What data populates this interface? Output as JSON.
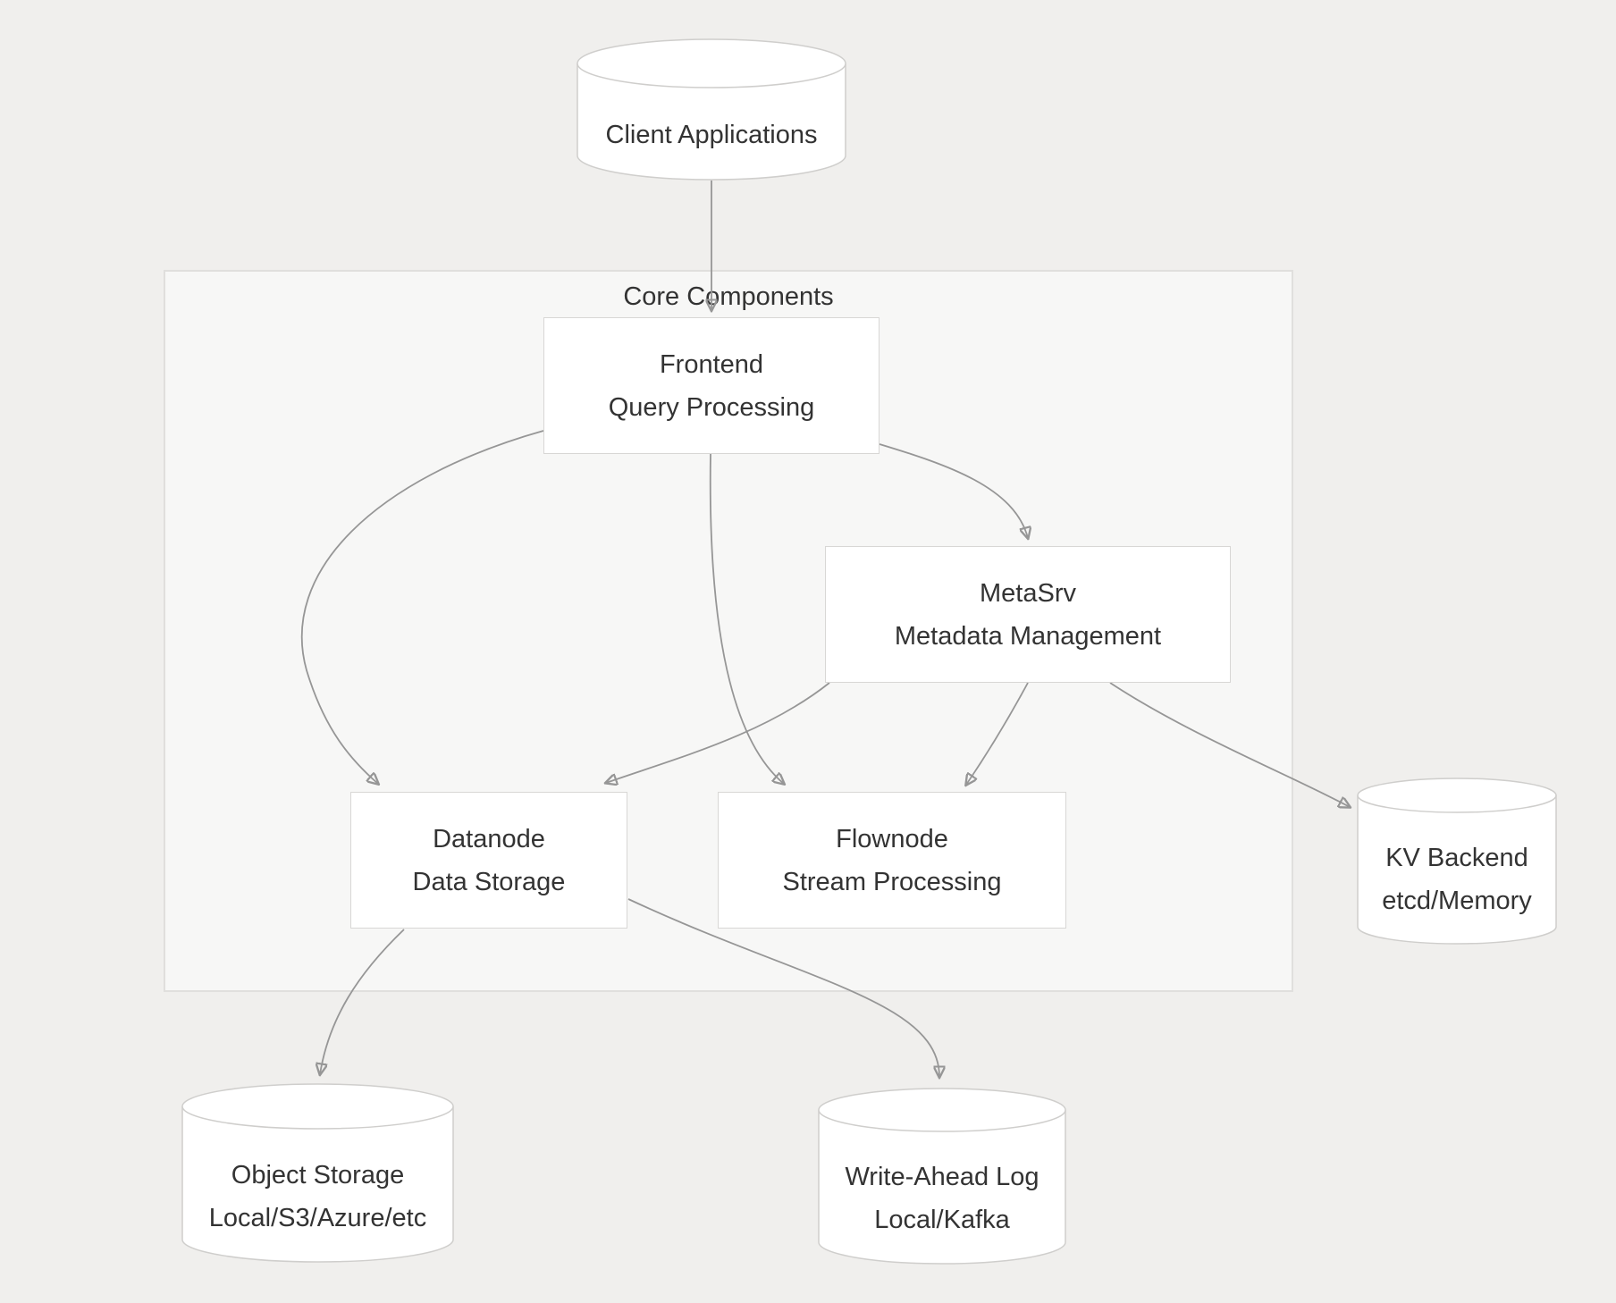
{
  "diagram_type": "architecture-flowchart",
  "cluster": {
    "label": "Core Components"
  },
  "nodes": {
    "client": {
      "shape": "cylinder",
      "line1": "Client Applications"
    },
    "frontend": {
      "shape": "rect",
      "line1": "Frontend",
      "line2": "Query Processing"
    },
    "metasrv": {
      "shape": "rect",
      "line1": "MetaSrv",
      "line2": "Metadata Management"
    },
    "datanode": {
      "shape": "rect",
      "line1": "Datanode",
      "line2": "Data Storage"
    },
    "flownode": {
      "shape": "rect",
      "line1": "Flownode",
      "line2": "Stream Processing"
    },
    "kv_backend": {
      "shape": "cylinder",
      "line1": "KV Backend",
      "line2": "etcd/Memory"
    },
    "object_storage": {
      "shape": "cylinder",
      "line1": "Object Storage",
      "line2": "Local/S3/Azure/etc"
    },
    "write_ahead_log": {
      "shape": "cylinder",
      "line1": "Write-Ahead Log",
      "line2": "Local/Kafka"
    }
  },
  "edges": [
    {
      "from": "client",
      "to": "frontend"
    },
    {
      "from": "frontend",
      "to": "metasrv"
    },
    {
      "from": "frontend",
      "to": "datanode"
    },
    {
      "from": "frontend",
      "to": "flownode"
    },
    {
      "from": "metasrv",
      "to": "datanode"
    },
    {
      "from": "metasrv",
      "to": "flownode"
    },
    {
      "from": "metasrv",
      "to": "kv_backend"
    },
    {
      "from": "datanode",
      "to": "object_storage"
    },
    {
      "from": "datanode",
      "to": "write_ahead_log"
    }
  ],
  "colors": {
    "background": "#f0efed",
    "cluster_fill": "#f7f7f6",
    "cluster_border": "#e0dfdd",
    "node_fill": "#ffffff",
    "node_border": "#d8d7d5",
    "edge": "#969696",
    "text": "#333333"
  }
}
